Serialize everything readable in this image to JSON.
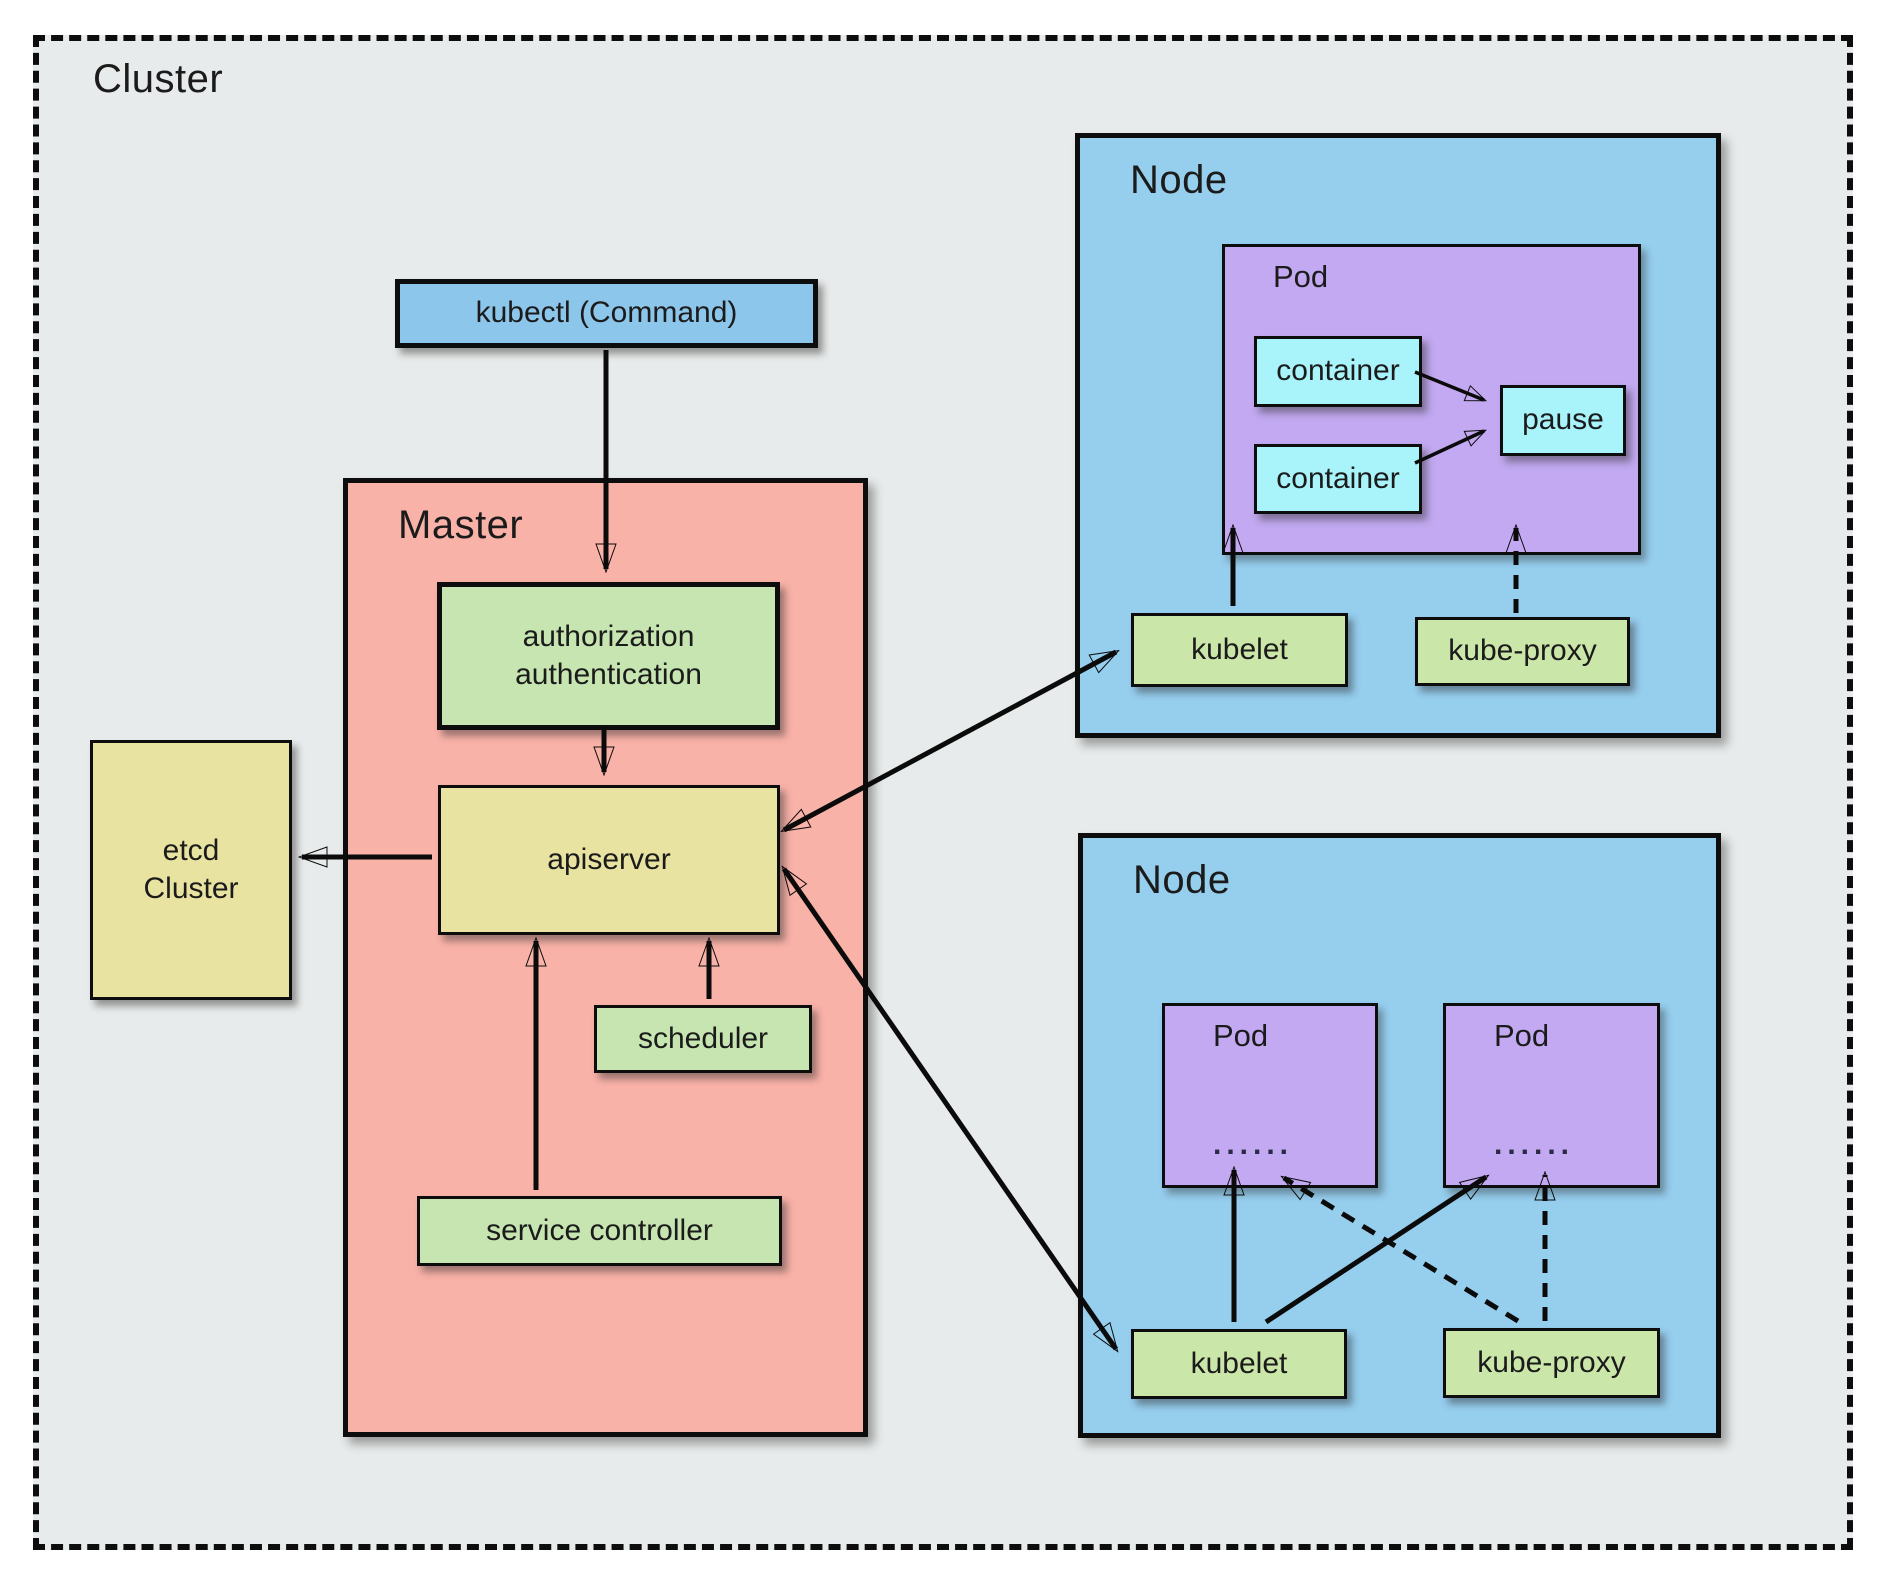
{
  "cluster": {
    "label": "Cluster"
  },
  "kubectl": {
    "label": "kubectl (Command)"
  },
  "master": {
    "label": "Master",
    "auth": {
      "line1": "authorization",
      "line2": "authentication"
    },
    "apiserver_label": "apiserver",
    "scheduler_label": "scheduler",
    "service_controller_label": "service controller"
  },
  "etcd": {
    "line1": "etcd",
    "line2": "Cluster"
  },
  "node1": {
    "label": "Node",
    "pod": {
      "label": "Pod",
      "container1_label": "container",
      "container2_label": "container",
      "pause_label": "pause"
    },
    "kubelet_label": "kubelet",
    "kube_proxy_label": "kube-proxy"
  },
  "node2": {
    "label": "Node",
    "pod1": {
      "label": "Pod",
      "dots": "......"
    },
    "pod2": {
      "label": "Pod",
      "dots": "......"
    },
    "kubelet_label": "kubelet",
    "kube_proxy_label": "kube-proxy"
  },
  "colors": {
    "cluster_bg": "#e8ebeb",
    "node_bg": "#96ceee",
    "master_bg": "#f9b2a8",
    "pod_bg": "#c2a9f1",
    "container_bg": "#a9f3fa",
    "green_box": "#c6e5b1",
    "node_green_box": "#cbe6a9",
    "khaki_box": "#e9e3a2",
    "kubectl_bg": "#8cc6ea",
    "border": "#0d0d0d",
    "text": "#1b1b1b"
  }
}
